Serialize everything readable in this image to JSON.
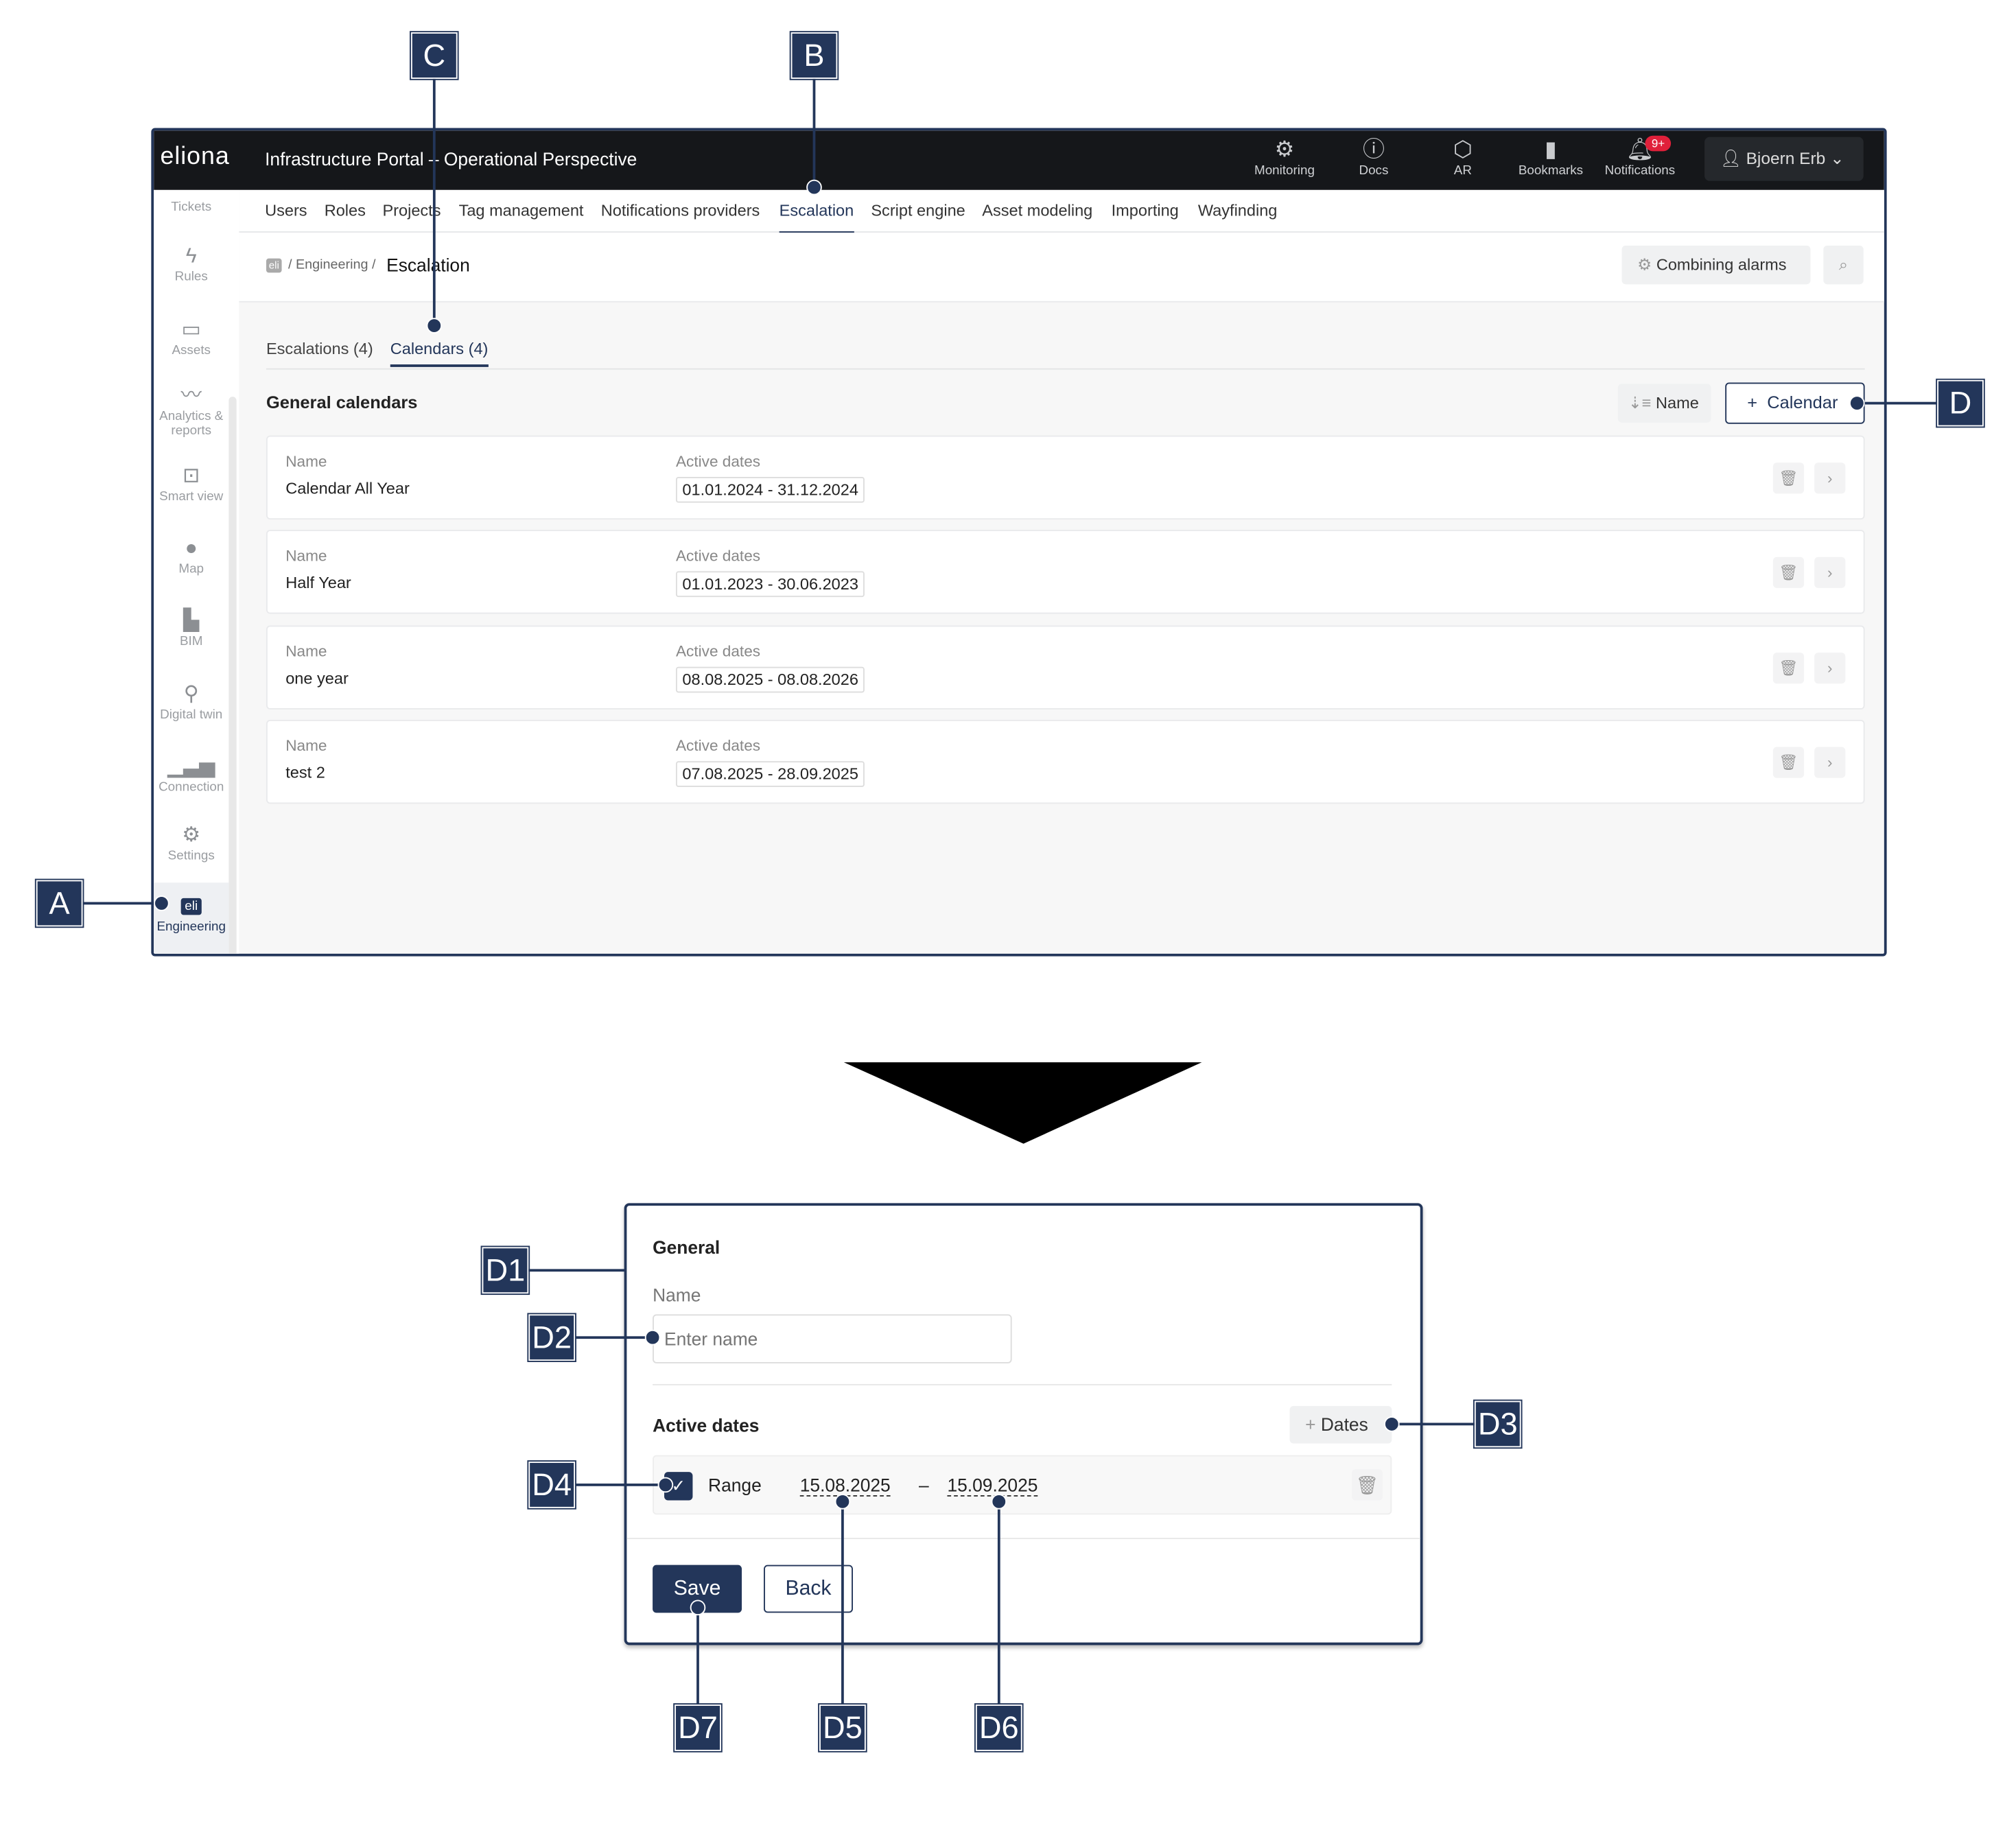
{
  "topbar": {
    "logo": "eliona",
    "title": "Infrastructure Portal – Operational Perspective",
    "icons": [
      {
        "label": "Monitoring",
        "icon": "monitoring-icon"
      },
      {
        "label": "Docs",
        "icon": "info-icon"
      },
      {
        "label": "AR",
        "icon": "ar-cube-icon"
      },
      {
        "label": "Bookmarks",
        "icon": "bookmark-icon"
      },
      {
        "label": "Notifications",
        "icon": "bell-icon",
        "badge": "9+"
      }
    ],
    "user": "Bjoern Erb"
  },
  "sidebar": {
    "items": [
      "Tickets",
      "Rules",
      "Assets",
      "Analytics & reports",
      "Smart view",
      "Map",
      "BIM",
      "Digital twin",
      "Connection",
      "Settings",
      "Engineering"
    ],
    "engineering_icon": "eli"
  },
  "nav": {
    "items": [
      "Users",
      "Roles",
      "Projects",
      "Tag management",
      "Notifications providers",
      "Escalation",
      "Script engine",
      "Asset modeling",
      "Importing",
      "Wayfinding"
    ],
    "active": "Escalation"
  },
  "breadcrumb": {
    "icon": "eli",
    "sep": "/",
    "parent": "Engineering",
    "current": "Escalation"
  },
  "toolbar": {
    "combining_alarms": "Combining alarms"
  },
  "subtabs": {
    "escalations": "Escalations (4)",
    "calendars": "Calendars (4)"
  },
  "section": {
    "title": "General calendars",
    "sort_label": "Name",
    "add_label": "Calendar"
  },
  "calendars": [
    {
      "name_label": "Name",
      "name": "Calendar All Year",
      "dates_label": "Active dates",
      "dates": "01.01.2024 - 31.12.2024"
    },
    {
      "name_label": "Name",
      "name": "Half Year",
      "dates_label": "Active dates",
      "dates": "01.01.2023 - 30.06.2023"
    },
    {
      "name_label": "Name",
      "name": "one year",
      "dates_label": "Active dates",
      "dates": "08.08.2025 - 08.08.2026"
    },
    {
      "name_label": "Name",
      "name": "test 2",
      "dates_label": "Active dates",
      "dates": "07.08.2025 - 28.09.2025"
    }
  ],
  "form": {
    "general": "General",
    "name_label": "Name",
    "name_placeholder": "Enter name",
    "active_dates": "Active dates",
    "add_dates": "Dates",
    "range_label": "Range",
    "range_checked": true,
    "start": "15.08.2025",
    "dash": "–",
    "end": "15.09.2025",
    "save": "Save",
    "back": "Back"
  },
  "callouts": {
    "a": "A",
    "b": "B",
    "c": "C",
    "d": "D",
    "d1": "D1",
    "d2": "D2",
    "d3": "D3",
    "d4": "D4",
    "d5": "D5",
    "d6": "D6",
    "d7": "D7"
  },
  "colors": {
    "accent": "#23365a",
    "topbar": "#15171a",
    "badge": "#e0203a"
  }
}
